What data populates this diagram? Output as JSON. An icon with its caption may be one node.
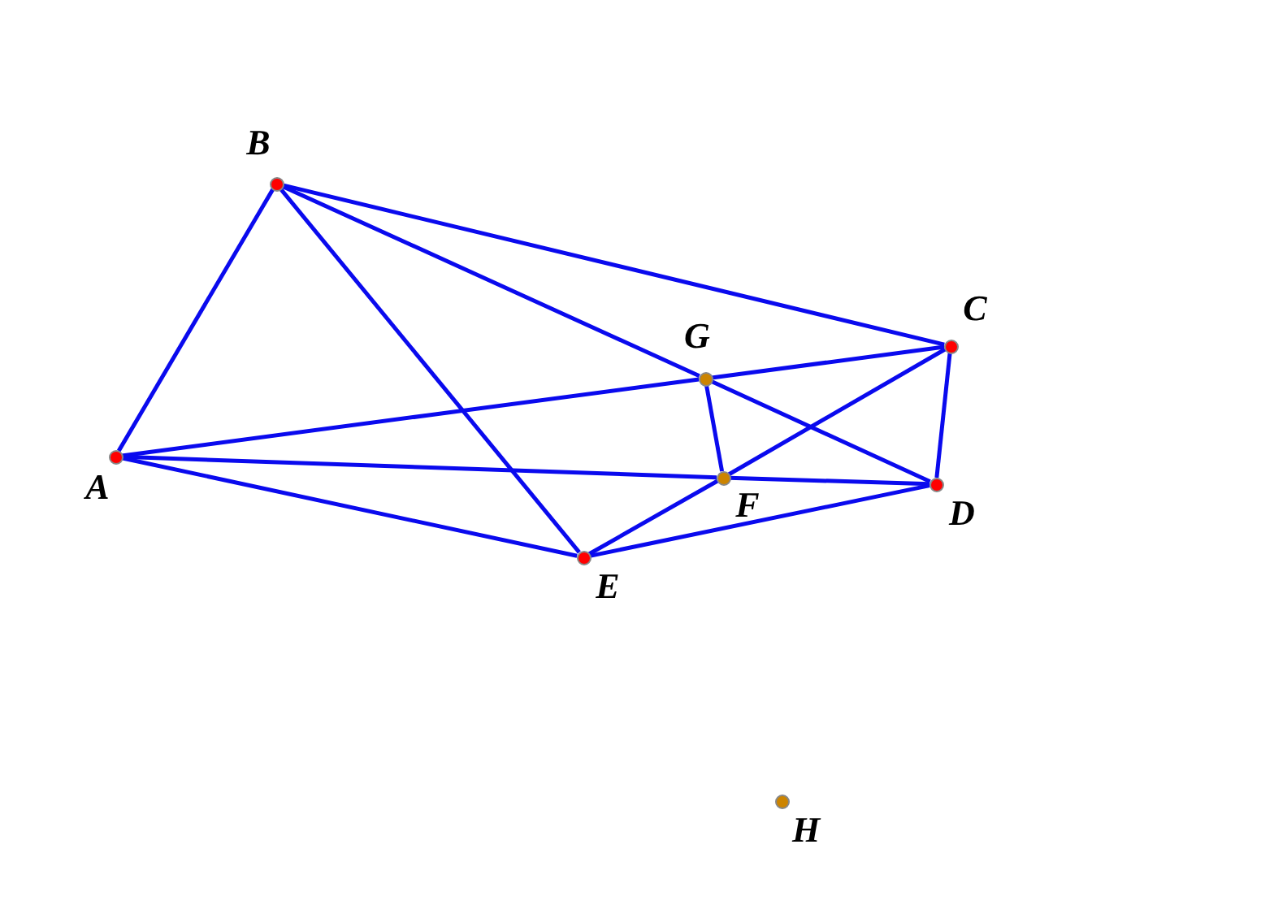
{
  "diagram": {
    "nodes": [
      {
        "text": [],
        "shape": "circle",
        "beside": [
          "A"
        ]
      },
      {
        "text": [],
        "shape": "circle",
        "beside": [
          "B"
        ]
      },
      {
        "text": [],
        "shape": "circle",
        "beside": [
          "C"
        ]
      },
      {
        "text": [],
        "shape": "circle",
        "beside": [
          "D"
        ]
      },
      {
        "text": [],
        "shape": "circle",
        "beside": [
          "E"
        ]
      },
      {
        "text": [],
        "shape": "circle",
        "beside": [
          "F"
        ]
      },
      {
        "text": [],
        "shape": "circle",
        "beside": [
          "G"
        ]
      },
      {
        "text": [],
        "shape": "circle",
        "beside": [
          "H"
        ]
      }
    ],
    "edges": [
      {
        "from": 0,
        "to": 1,
        "arrow": "none"
      },
      {
        "from": 1,
        "to": 2,
        "arrow": "none"
      },
      {
        "from": 1,
        "to": 6,
        "arrow": "none"
      },
      {
        "from": 6,
        "to": 3,
        "arrow": "none"
      },
      {
        "from": 1,
        "to": 4,
        "arrow": "none"
      },
      {
        "from": 0,
        "to": 6,
        "arrow": "none"
      },
      {
        "from": 6,
        "to": 2,
        "arrow": "none"
      },
      {
        "from": 2,
        "to": 3,
        "arrow": "none"
      },
      {
        "from": 0,
        "to": 5,
        "arrow": "none"
      },
      {
        "from": 5,
        "to": 3,
        "arrow": "none"
      },
      {
        "from": 0,
        "to": 4,
        "arrow": "none"
      },
      {
        "from": 4,
        "to": 5,
        "arrow": "none"
      },
      {
        "from": 5,
        "to": 2,
        "arrow": "none"
      },
      {
        "from": 4,
        "to": 3,
        "arrow": "none"
      },
      {
        "from": 6,
        "to": 5,
        "arrow": "none"
      }
    ]
  }
}
